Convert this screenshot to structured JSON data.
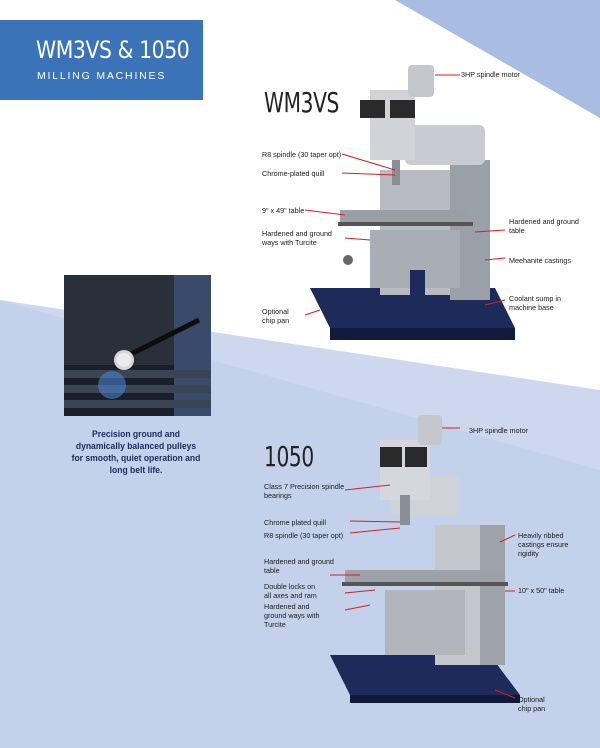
{
  "header": {
    "title": "WM3VS & 1050",
    "subtitle": "MILLING MACHINES"
  },
  "machine1": {
    "model": "WM3VS",
    "labels": [
      "3HP spindle motor",
      "R8 spindle (30 taper opt)",
      "Chrome-plated quill",
      "9\" x 49\" table",
      "Hardened and ground\nways with Turcite",
      "Hardened and ground\ntable",
      "Meehanite castings",
      "Coolant sump in\nmachine base",
      "Optional\nchip pan"
    ]
  },
  "machine2": {
    "model": "1050",
    "labels": [
      "3HP spindle motor",
      "Class 7 Precision spindle\nbearings",
      "Chrome plated quill",
      "R8 spindle (30 taper opt)",
      "Heavily ribbed\ncastings ensure\nrigidity",
      "Hardened and ground\ntable",
      "Double locks on\nall axes and ram",
      "10\" x 50\" table",
      "Hardened and\nground ways with\nTurcite",
      "Optional\nchip pan"
    ]
  },
  "inset": {
    "caption": "Precision ground and dynamically balanced pulleys for smooth, quiet operation and long belt life."
  },
  "colors": {
    "accent": "#3a73b8",
    "pointer": "#d32020",
    "background_light": "#cdd8ee",
    "background_band": "#a9bde3"
  }
}
